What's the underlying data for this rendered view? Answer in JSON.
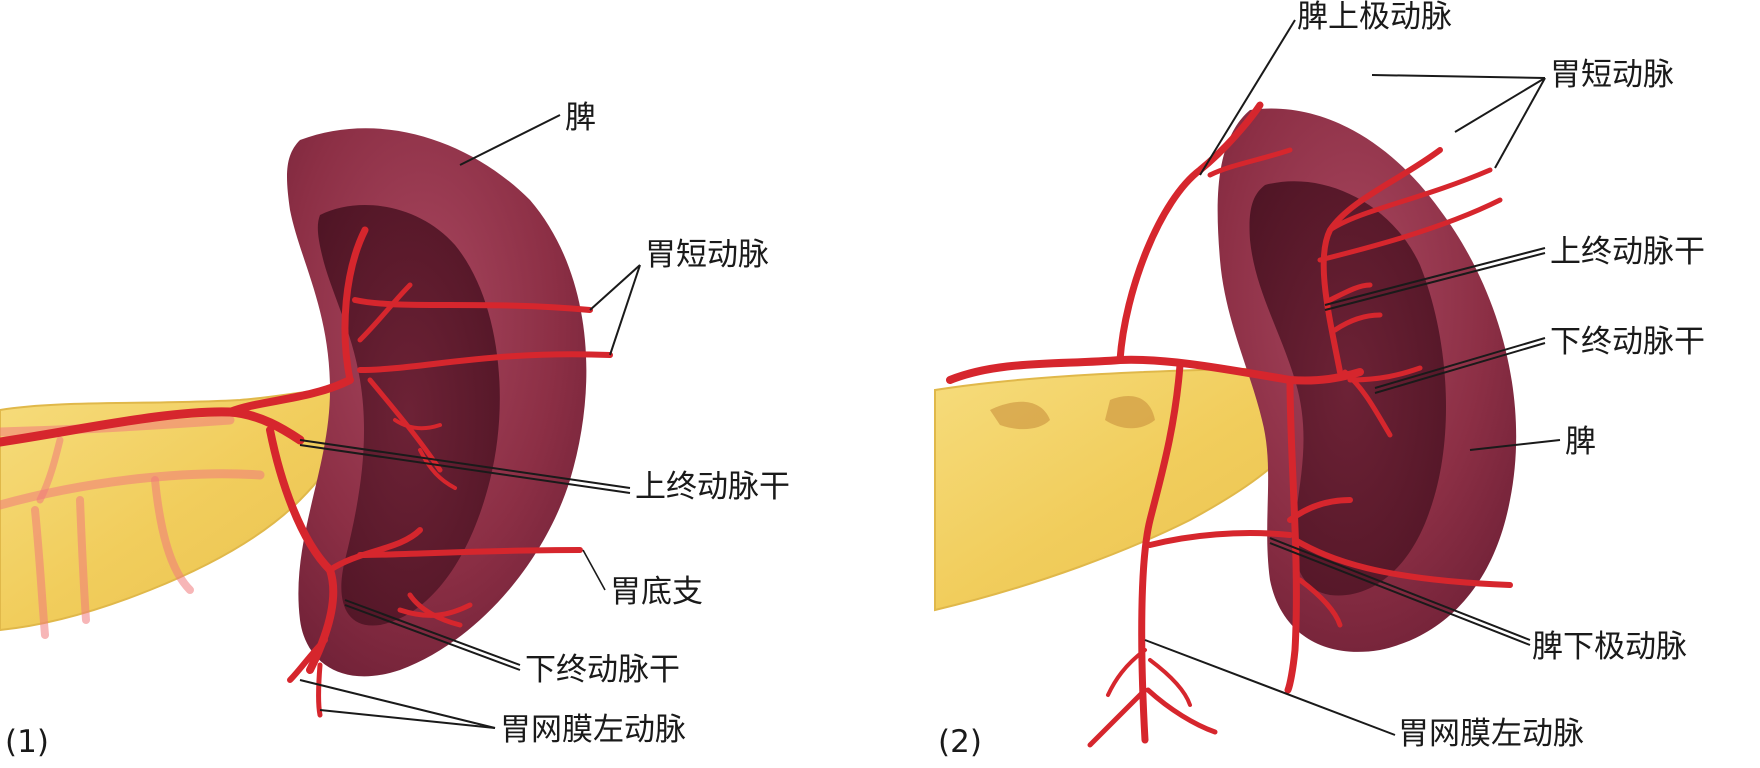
{
  "panel1": {
    "index_label": "(1)",
    "labels": {
      "spleen": "脾",
      "short_gastric_arteries": "胃短动脉",
      "superior_terminal_trunk": "上终动脉干",
      "fundic_branch": "胃底支",
      "inferior_terminal_trunk": "下终动脉干",
      "left_gastroepiploic_artery": "胃网膜左动脉"
    }
  },
  "panel2": {
    "index_label": "(2)",
    "labels": {
      "superior_polar_splenic_artery": "脾上极动脉",
      "short_gastric_arteries": "胃短动脉",
      "superior_terminal_trunk": "上终动脉干",
      "inferior_terminal_trunk": "下终动脉干",
      "spleen": "脾",
      "inferior_polar_splenic_artery": "脾下极动脉",
      "left_gastroepiploic_artery": "胃网膜左动脉"
    }
  },
  "colors": {
    "spleen_outer": "#8c2f45",
    "spleen_inner": "#5e1a2c",
    "artery": "#d6262d",
    "pancreas": "#f3d26a",
    "pancreas_vessel": "#e98a7a",
    "label_text": "#1a1a1a",
    "background": "#ffffff"
  }
}
